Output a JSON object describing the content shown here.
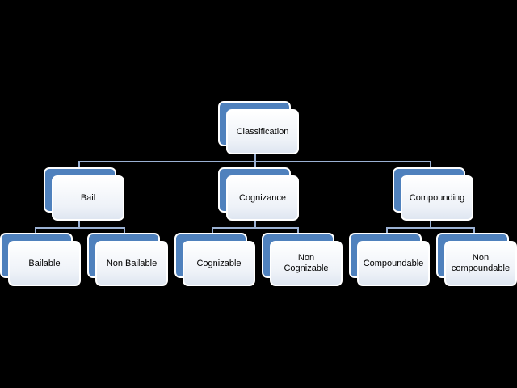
{
  "diagram": {
    "root": {
      "label": "Classification"
    },
    "branches": [
      {
        "label": "Bail",
        "children": [
          {
            "label": "Bailable"
          },
          {
            "label": "Non Bailable"
          }
        ]
      },
      {
        "label": "Cognizance",
        "children": [
          {
            "label": "Cognizable"
          },
          {
            "label": "Non\nCognizable"
          }
        ]
      },
      {
        "label": "Compounding",
        "children": [
          {
            "label": "Compoundable"
          },
          {
            "label": "Non\ncompoundable"
          }
        ]
      }
    ]
  },
  "colors": {
    "background": "#000000",
    "box_back": "#4f81bd",
    "connector": "#9bb1d3"
  }
}
